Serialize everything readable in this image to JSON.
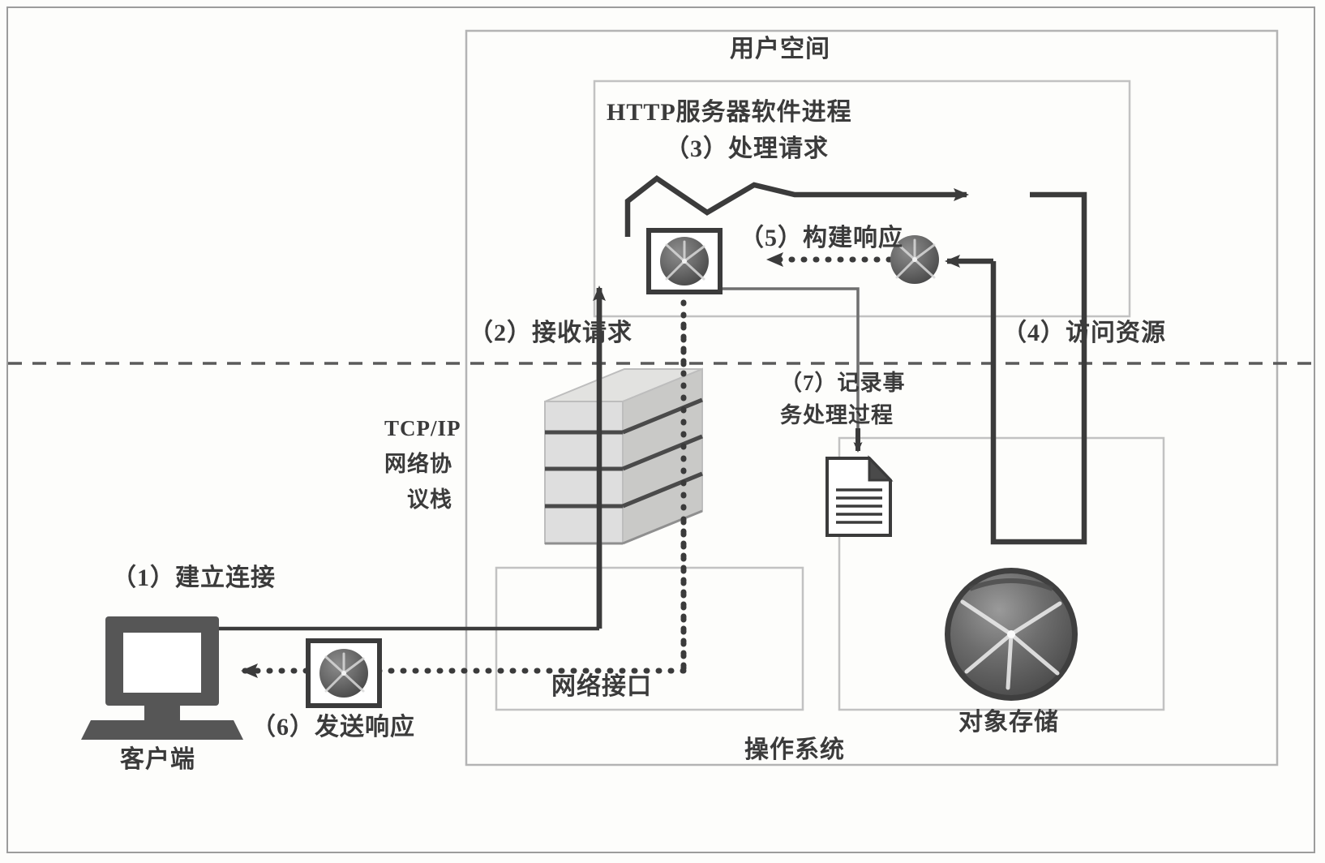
{
  "diagram": {
    "title_user_space": "用户空间",
    "title_os": "操作系统",
    "http_process": "HTTP服务器软件进程",
    "step3": "（3）处理请求",
    "step5": "（5）构建响应",
    "step2": "（2）接收请求",
    "step4": "（4）访问资源",
    "step7_line1": "（7）记录事",
    "step7_line2": "务处理过程",
    "step1": "（1）建立连接",
    "step6": "（6）发送响应",
    "client": "客户端",
    "network_interface": "网络接口",
    "object_storage": "对象存储",
    "tcpip_line1": "TCP/IP",
    "tcpip_line2": "网络协",
    "tcpip_line3": "议栈"
  },
  "icons": {
    "gear_left": "gear-icon",
    "gear_right": "gear-icon",
    "gear_network": "gear-icon",
    "disk": "disk-platter-icon",
    "document": "document-icon",
    "computer": "desktop-computer-icon",
    "stack": "protocol-stack-icon"
  },
  "colors": {
    "line": "#3b3b3b",
    "frame": "#9c9c9c",
    "inner_frame": "#b4b4b4",
    "fill_gray": "#d8d8d6",
    "dark_fill": "#565656",
    "text": "#3b3b3b"
  }
}
